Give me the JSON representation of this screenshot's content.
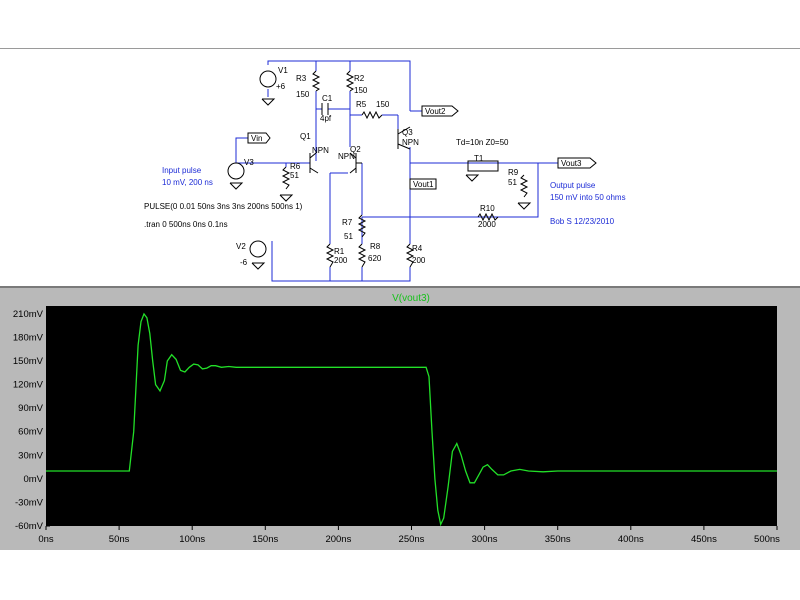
{
  "colors": {
    "wire": "#1c2bd6",
    "trace": "#22e028",
    "plot_bg": "#000000",
    "frame": "#b9b9b9"
  },
  "schematic": {
    "components": {
      "v1": "V1",
      "v1_val": "+6",
      "v2": "V2",
      "v2_val": "-6",
      "v3": "V3",
      "r3": "R3",
      "r3_val": "150",
      "r2": "R2",
      "r2_val": "150",
      "c1": "C1",
      "c1_val": "4pf",
      "r5": "R5",
      "r5_val": "150",
      "r6": "R6",
      "r6_val": "51",
      "r1": "R1",
      "r1_val": "200",
      "r7": "R7",
      "r7_val": "51",
      "r8": "R8",
      "r8_val": "620",
      "r4": "R4",
      "r4_val": "200",
      "r9": "R9",
      "r9_val": "51",
      "r10": "R10",
      "r10_val": "2000",
      "q1": "Q1",
      "q1_type": "NPN",
      "q2": "Q2",
      "q2_type": "NPN",
      "q3": "Q3",
      "q3_type": "NPN",
      "t1": "T1",
      "t1_params": "Td=10n Z0=50"
    },
    "labels": {
      "vin": "Vin",
      "vout1": "Vout1",
      "vout2": "Vout2",
      "vout3": "Vout3"
    },
    "comments": {
      "input_line1": "Input pulse",
      "input_line2": "10 mV, 200 ns",
      "output_line1": "Output pulse",
      "output_line2": "150 mV into 50 ohms",
      "author": "Bob S 12/23/2010"
    },
    "directives": {
      "pulse": "PULSE(0 0.01 50ns 3ns 3ns 200ns 500ns 1)",
      "tran": ".tran 0 500ns 0ns 0.1ns"
    }
  },
  "plot": {
    "title": "V(vout3)",
    "y_ticks": [
      "-60mV",
      "-30mV",
      "0mV",
      "30mV",
      "60mV",
      "90mV",
      "120mV",
      "150mV",
      "180mV",
      "210mV"
    ],
    "x_ticks": [
      "0ns",
      "50ns",
      "100ns",
      "150ns",
      "200ns",
      "250ns",
      "300ns",
      "350ns",
      "400ns",
      "450ns",
      "500ns"
    ]
  },
  "chart_data": {
    "type": "line",
    "title": "V(vout3)",
    "xlabel": "",
    "ylabel": "",
    "xlim": [
      0,
      500
    ],
    "ylim": [
      -60,
      220
    ],
    "x_unit": "ns",
    "y_unit": "mV",
    "grid": false,
    "series": [
      {
        "name": "V(vout3)",
        "x": [
          0,
          50,
          57,
          60,
          63,
          65,
          67,
          69,
          71,
          73,
          75,
          78,
          81,
          83,
          86,
          89,
          92,
          95,
          98,
          101,
          104,
          107,
          110,
          113,
          116,
          120,
          125,
          130,
          140,
          150,
          200,
          255,
          260,
          262,
          264,
          266,
          268,
          270,
          272,
          275,
          278,
          281,
          284,
          287,
          290,
          293,
          296,
          299,
          302,
          305,
          309,
          313,
          318,
          324,
          330,
          340,
          350,
          400,
          450,
          500
        ],
        "y": [
          10,
          10,
          10,
          60,
          170,
          200,
          210,
          205,
          185,
          150,
          120,
          112,
          125,
          150,
          158,
          152,
          138,
          136,
          142,
          146,
          145,
          140,
          141,
          144,
          144,
          142,
          143,
          142,
          142,
          142,
          142,
          142,
          142,
          130,
          60,
          0,
          -40,
          -58,
          -50,
          -10,
          35,
          45,
          30,
          10,
          -5,
          -5,
          5,
          15,
          18,
          12,
          5,
          5,
          10,
          12,
          10,
          9,
          10,
          10,
          10,
          10
        ]
      }
    ]
  }
}
